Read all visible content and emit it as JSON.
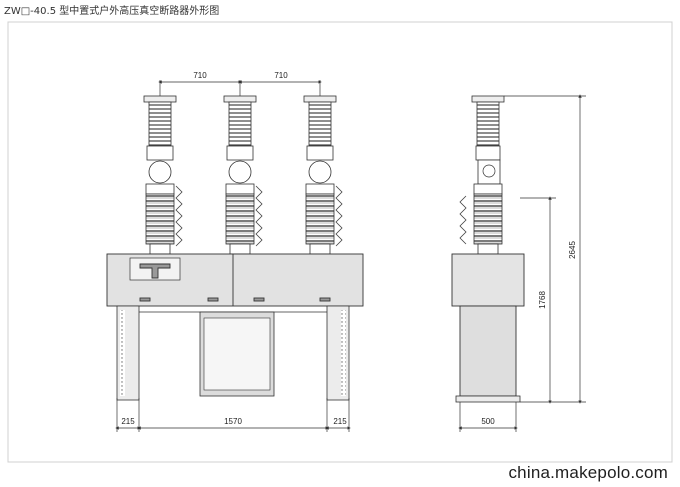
{
  "title": "ZW□-40.5 型中置式户外高压真空断路器外形图",
  "dimensions": {
    "pole_spacing_left": "710",
    "pole_spacing_right": "710",
    "left_leg_width": "215",
    "center_span": "1570",
    "right_leg_width": "215",
    "side_base_width": "500",
    "total_height": "2645",
    "base_height": "1768"
  },
  "watermark": "china.makepolo.com"
}
